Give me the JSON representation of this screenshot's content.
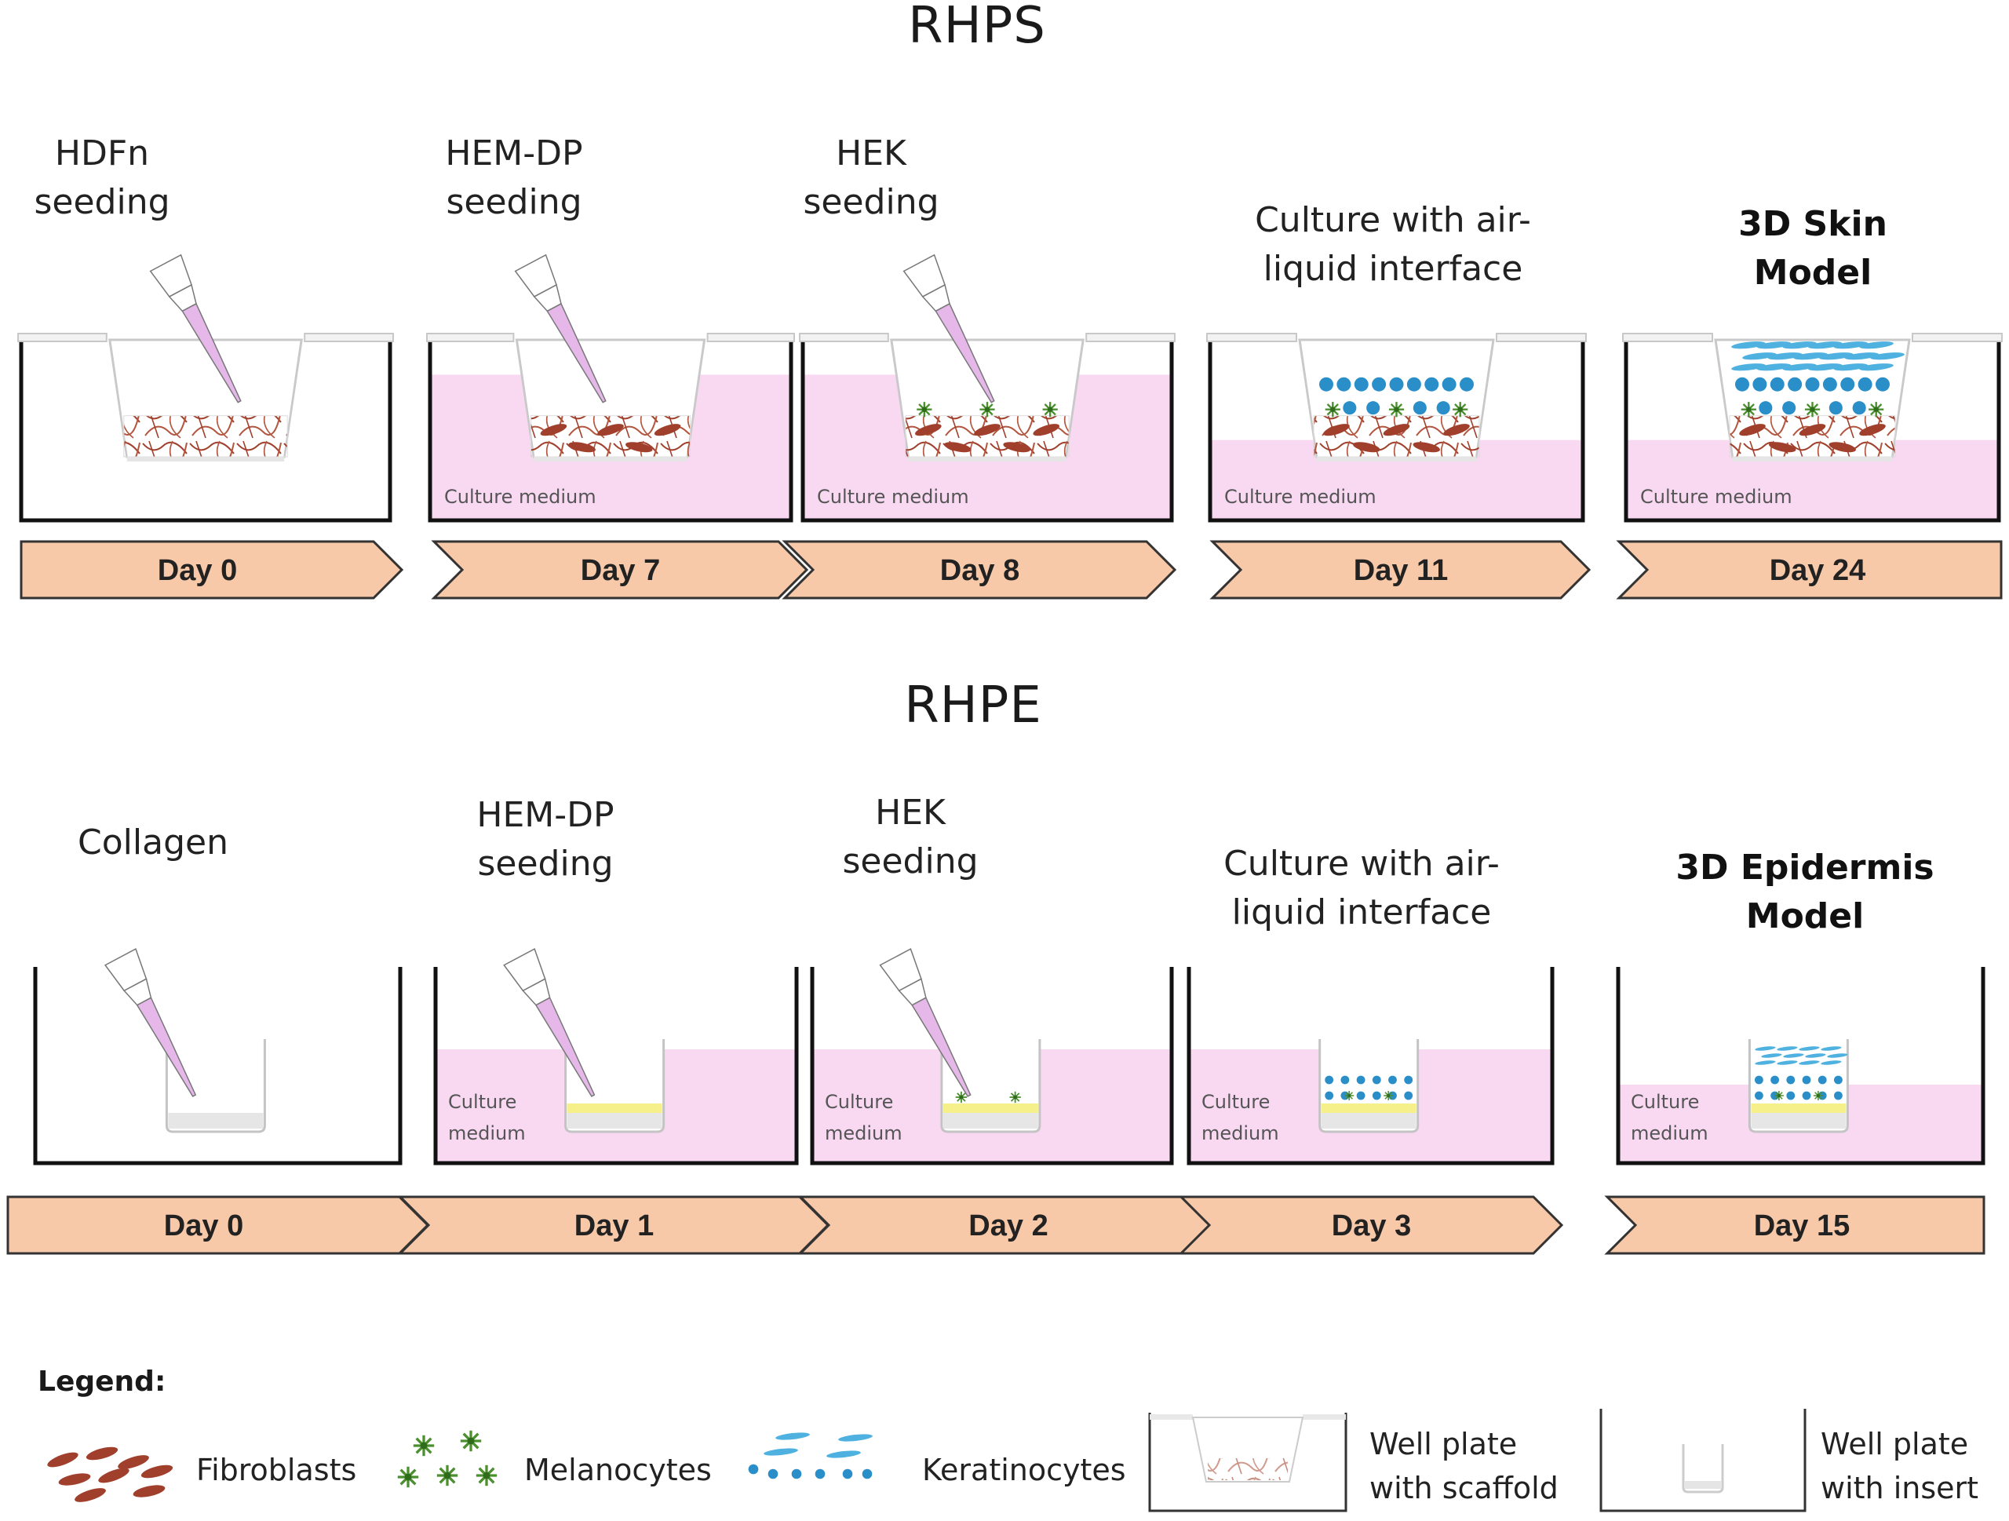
{
  "colors": {
    "arrow_fill": "#f7c9a8",
    "arrow_stroke": "#333333",
    "medium_pink": "#f9d9f2",
    "well_line": "#111111",
    "insert_gray": "#d8d8d8",
    "fibroblast": "#a0402c",
    "melanocyte": "#4b8f2f",
    "keratinocyte": "#2a8fc9",
    "collagen_yellow": "#f5f08a",
    "pipette_pink": "#e6b8ea"
  },
  "rhps": {
    "title": "RHPS",
    "steps": [
      {
        "label": "HDFn\nseeding",
        "day": "Day 0",
        "medium": false,
        "medium_label": "",
        "bold": false
      },
      {
        "label": "HEM-DP\nseeding",
        "day": "Day 7",
        "medium": true,
        "medium_label": "Culture  medium",
        "bold": false
      },
      {
        "label": "HEK\nseeding",
        "day": "Day 8",
        "medium": true,
        "medium_label": "Culture  medium",
        "bold": false
      },
      {
        "label": "Culture with air-\nliquid interface",
        "day": "Day 11",
        "medium": true,
        "medium_label": "Culture  medium",
        "bold": false
      },
      {
        "label": "3D Skin\nModel",
        "day": "Day 24",
        "medium": true,
        "medium_label": "Culture  medium",
        "bold": true
      }
    ]
  },
  "rhpe": {
    "title": "RHPE",
    "steps": [
      {
        "label": "Collagen",
        "day": "Day 0",
        "medium": false,
        "medium_label": "",
        "bold": false
      },
      {
        "label": "HEM-DP\nseeding",
        "day": "Day 1",
        "medium": true,
        "medium_label": "Culture\nmedium",
        "bold": false
      },
      {
        "label": "HEK\nseeding",
        "day": "Day 2",
        "medium": true,
        "medium_label": "Culture\nmedium",
        "bold": false
      },
      {
        "label": "Culture with air-\nliquid interface",
        "day": "Day 3",
        "medium": true,
        "medium_label": "Culture\nmedium",
        "bold": false
      },
      {
        "label": "3D Epidermis\nModel",
        "day": "Day 15",
        "medium": true,
        "medium_label": "Culture\nmedium",
        "bold": true
      }
    ]
  },
  "legend": {
    "title": "Legend:",
    "items": [
      {
        "label": "Fibroblasts",
        "icon": "fibroblast-icon"
      },
      {
        "label": "Melanocytes",
        "icon": "melanocyte-icon"
      },
      {
        "label": "Keratinocytes",
        "icon": "keratinocyte-icon"
      },
      {
        "label": "Well plate\nwith scaffold",
        "icon": "well-scaffold-icon"
      },
      {
        "label": "Well plate\nwith insert",
        "icon": "well-insert-icon"
      }
    ]
  }
}
